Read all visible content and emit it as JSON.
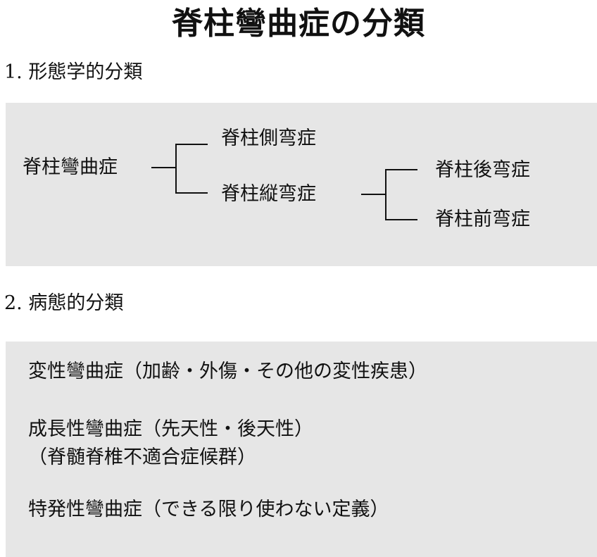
{
  "title": "脊柱彎曲症の分類",
  "section1": {
    "heading": "1. 形態学的分類",
    "tree": {
      "root": "脊柱彎曲症",
      "children": [
        "脊柱側弯症",
        "脊柱縦弯症"
      ],
      "grandchildren": [
        "脊柱後弯症",
        "脊柱前弯症"
      ]
    }
  },
  "section2": {
    "heading": "2. 病態的分類",
    "items": [
      "変性彎曲症（加齢・外傷・その他の変性疾患）",
      "成長性彎曲症（先天性・後天性）",
      "（脊髄脊椎不適合症候群）",
      "特発性彎曲症（できる限り使わない定義）"
    ]
  }
}
